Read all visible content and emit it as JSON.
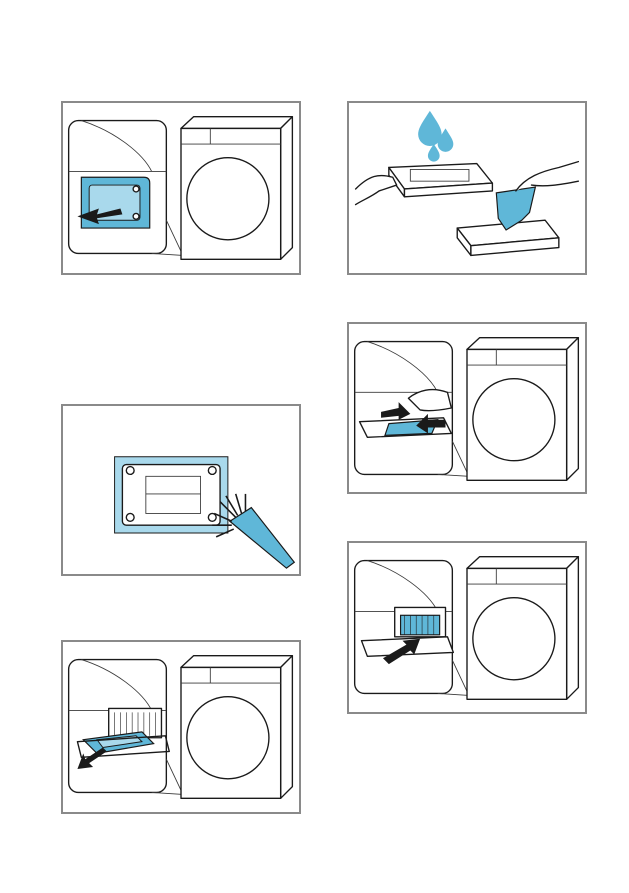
{
  "colors": {
    "accent": "#5fb7d8",
    "frame": "#8a8a8a",
    "ink": "#1a1a1a"
  },
  "figures": [
    {
      "id": "remove-filter-drawer",
      "icons": [
        "arrow-out-icon",
        "filter-drawer-icon",
        "dryer-icon"
      ]
    },
    {
      "id": "rinse-filter-drawer",
      "icons": [
        "water-drops-icon",
        "hand-icon",
        "filter-drawer-icon"
      ]
    },
    {
      "id": "remove-sponge",
      "icons": [
        "hand-icon",
        "arrow-out-icon",
        "dryer-icon"
      ]
    },
    {
      "id": "brush-filter",
      "icons": [
        "filter-drawer-icon",
        "brush-icon"
      ]
    },
    {
      "id": "insert-filter",
      "icons": [
        "arrow-in-icon",
        "dryer-icon"
      ]
    },
    {
      "id": "pull-out-drawer",
      "icons": [
        "arrow-out-icon",
        "filter-drawer-icon",
        "dryer-icon"
      ]
    }
  ]
}
